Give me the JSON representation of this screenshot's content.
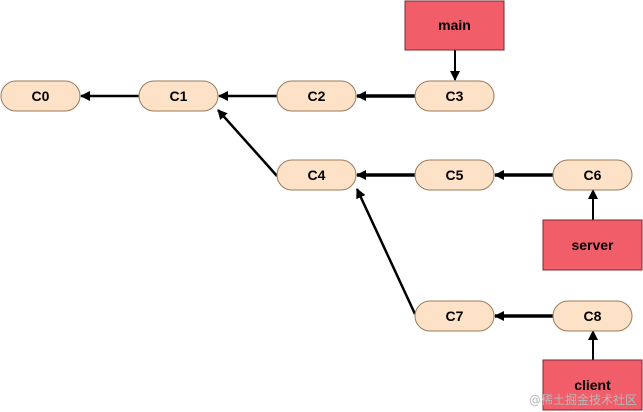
{
  "commits": [
    {
      "id": "c0",
      "label": "C0"
    },
    {
      "id": "c1",
      "label": "C1"
    },
    {
      "id": "c2",
      "label": "C2"
    },
    {
      "id": "c3",
      "label": "C3"
    },
    {
      "id": "c4",
      "label": "C4"
    },
    {
      "id": "c5",
      "label": "C5"
    },
    {
      "id": "c6",
      "label": "C6"
    },
    {
      "id": "c7",
      "label": "C7"
    },
    {
      "id": "c8",
      "label": "C8"
    }
  ],
  "branches": [
    {
      "id": "main",
      "label": "main",
      "points_to": "C3"
    },
    {
      "id": "server",
      "label": "server",
      "points_to": "C6"
    },
    {
      "id": "client",
      "label": "client",
      "points_to": "C8"
    }
  ],
  "parent_links": [
    {
      "from": "C1",
      "to": "C0"
    },
    {
      "from": "C2",
      "to": "C1"
    },
    {
      "from": "C3",
      "to": "C2"
    },
    {
      "from": "C4",
      "to": "C1"
    },
    {
      "from": "C5",
      "to": "C4"
    },
    {
      "from": "C6",
      "to": "C5"
    },
    {
      "from": "C7",
      "to": "C4"
    },
    {
      "from": "C8",
      "to": "C7"
    }
  ],
  "watermark": "@稀土掘金技术社区",
  "colors": {
    "commit_fill": "#fde2c7",
    "commit_stroke": "#9a7a5a",
    "branch_fill": "#f25d6a",
    "branch_stroke": "#7a2a30",
    "arrow": "#000000"
  }
}
